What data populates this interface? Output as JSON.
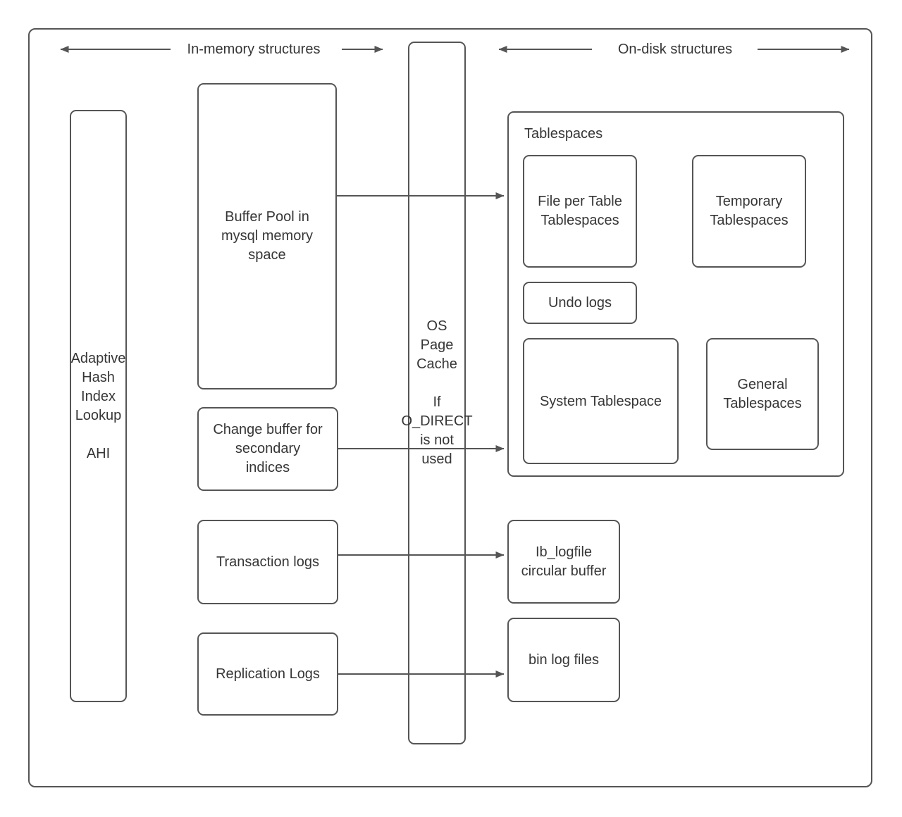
{
  "headers": {
    "in_memory": "In-memory structures",
    "on_disk": "On-disk structures"
  },
  "nodes": {
    "ahi": {
      "title": "Adaptive\nHash\nIndex\nLookup",
      "abbr": "AHI"
    },
    "buffer_pool": {
      "label": "Buffer Pool in\nmysql memory\nspace"
    },
    "change_buffer": {
      "label": "Change buffer for\nsecondary\nindices"
    },
    "transaction_logs": {
      "label": "Transaction logs"
    },
    "replication_logs": {
      "label": "Replication Logs"
    },
    "os_page_cache": {
      "title": "OS\nPage\nCache",
      "condition": "If\nO_DIRECT\nis not\nused"
    },
    "tablespaces": {
      "label": "Tablespaces",
      "file_per_table": {
        "label": "File per Table\nTablespaces"
      },
      "temporary": {
        "label": "Temporary\nTablespaces"
      },
      "undo_logs": {
        "label": "Undo logs"
      },
      "system": {
        "label": "System Tablespace"
      },
      "general": {
        "label": "General\nTablespaces"
      }
    },
    "ib_logfile": {
      "label": "Ib_logfile\ncircular buffer"
    },
    "bin_log": {
      "label": "bin log files"
    }
  },
  "colors": {
    "stroke": "#555555",
    "text": "#363636",
    "background": "#ffffff"
  }
}
